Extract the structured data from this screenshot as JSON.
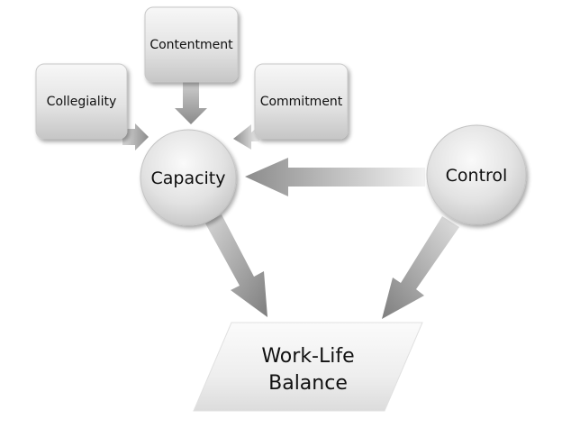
{
  "diagram": {
    "factors": {
      "collegiality": "Collegiality",
      "contentment": "Contentment",
      "commitment": "Commitment"
    },
    "capacity": "Capacity",
    "control": "Control",
    "outcome": {
      "line1": "Work-Life",
      "line2": "Balance"
    }
  }
}
